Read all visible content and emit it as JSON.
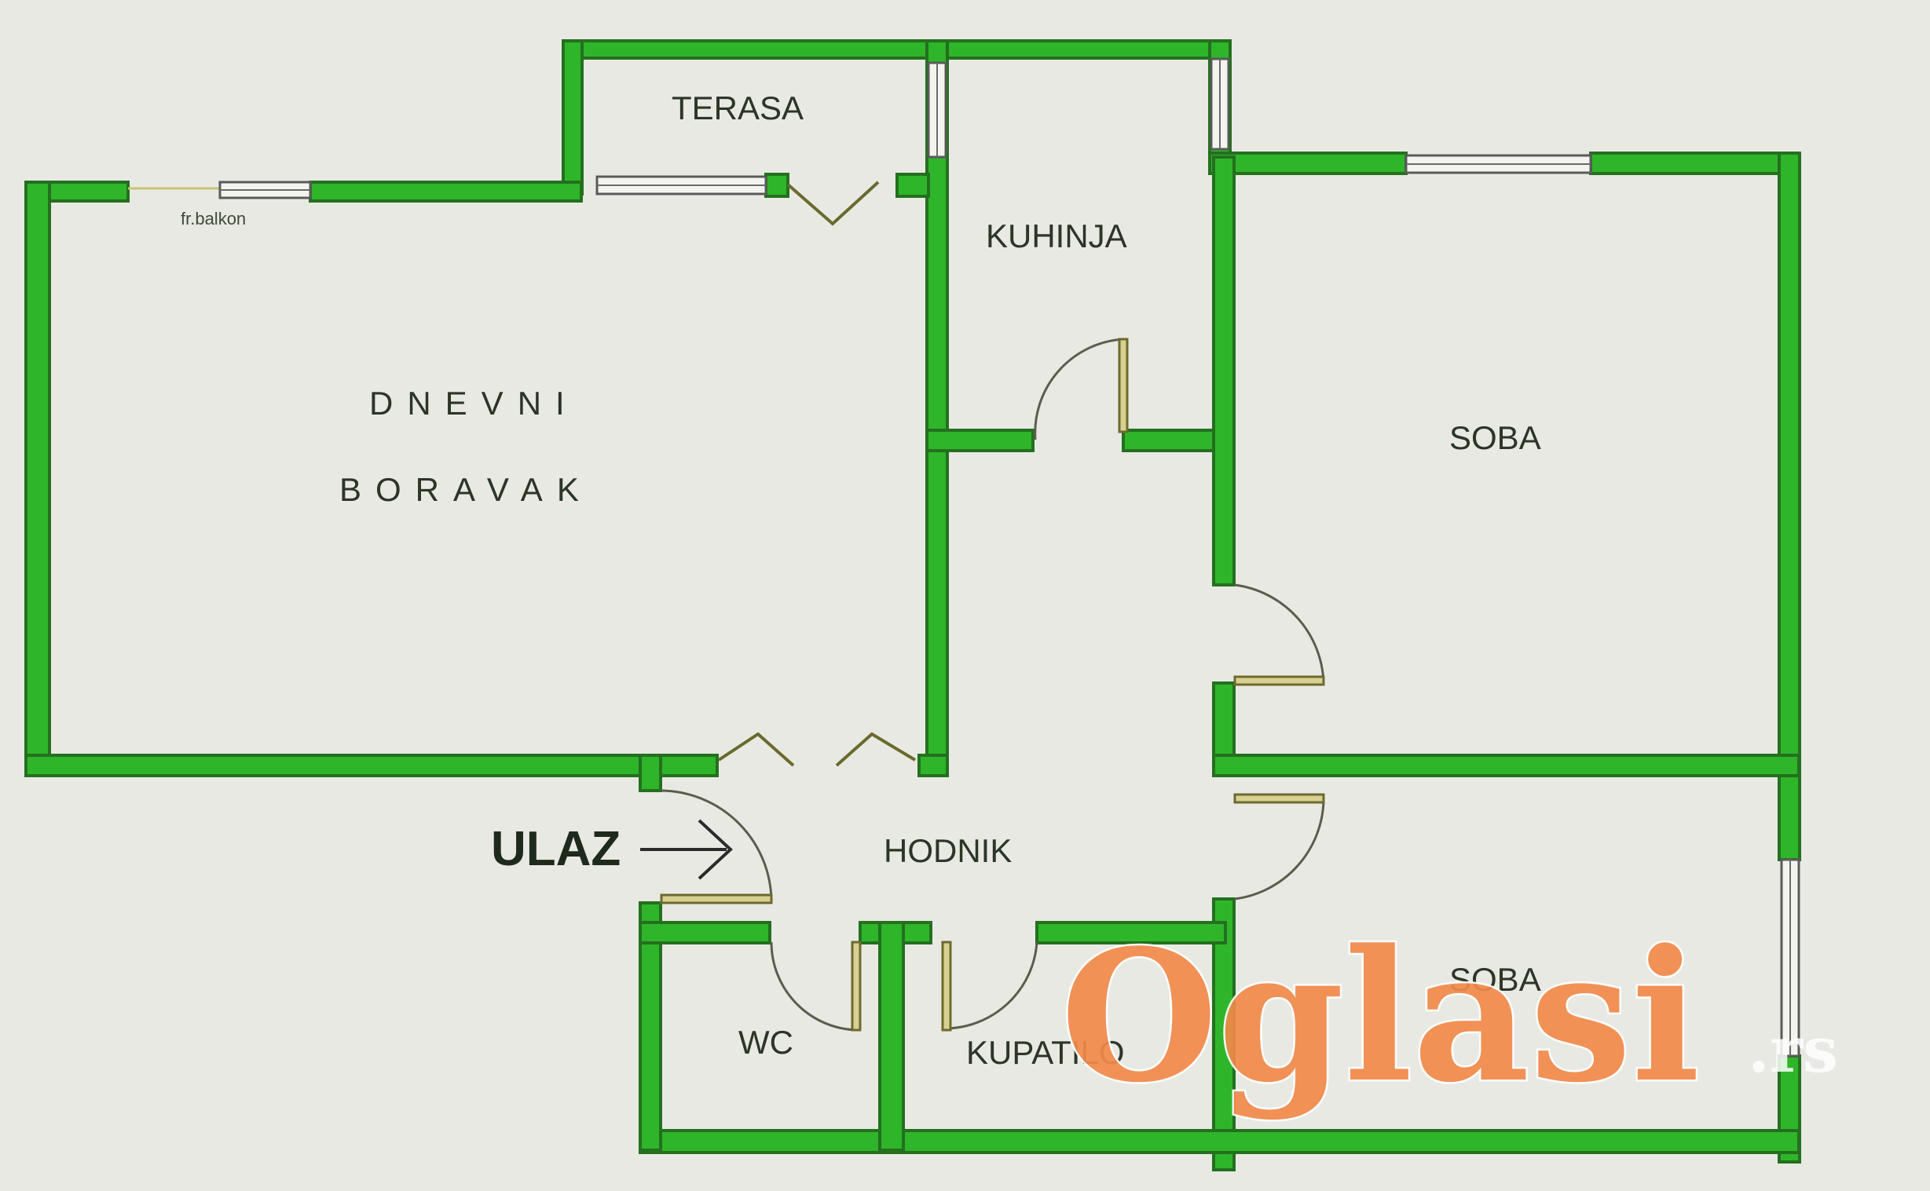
{
  "rooms": {
    "terrace": "TERASA",
    "french_balcony": "fr.balkon",
    "kitchen": "KUHINJA",
    "living_line1": "DNEVNI",
    "living_line2": "BORAVAK",
    "bedroom_large": "SOBA",
    "bedroom_small": "SOBA",
    "hallway": "HODNIK",
    "wc": "WC",
    "bathroom": "KUPATILO",
    "entrance": "ULAZ"
  },
  "watermark": {
    "brand": "Oglasi",
    "suffix": ".rs",
    "color": "#f28a4a"
  },
  "colors": {
    "walls": "#2fb52a",
    "background": "#e9e9e4"
  }
}
